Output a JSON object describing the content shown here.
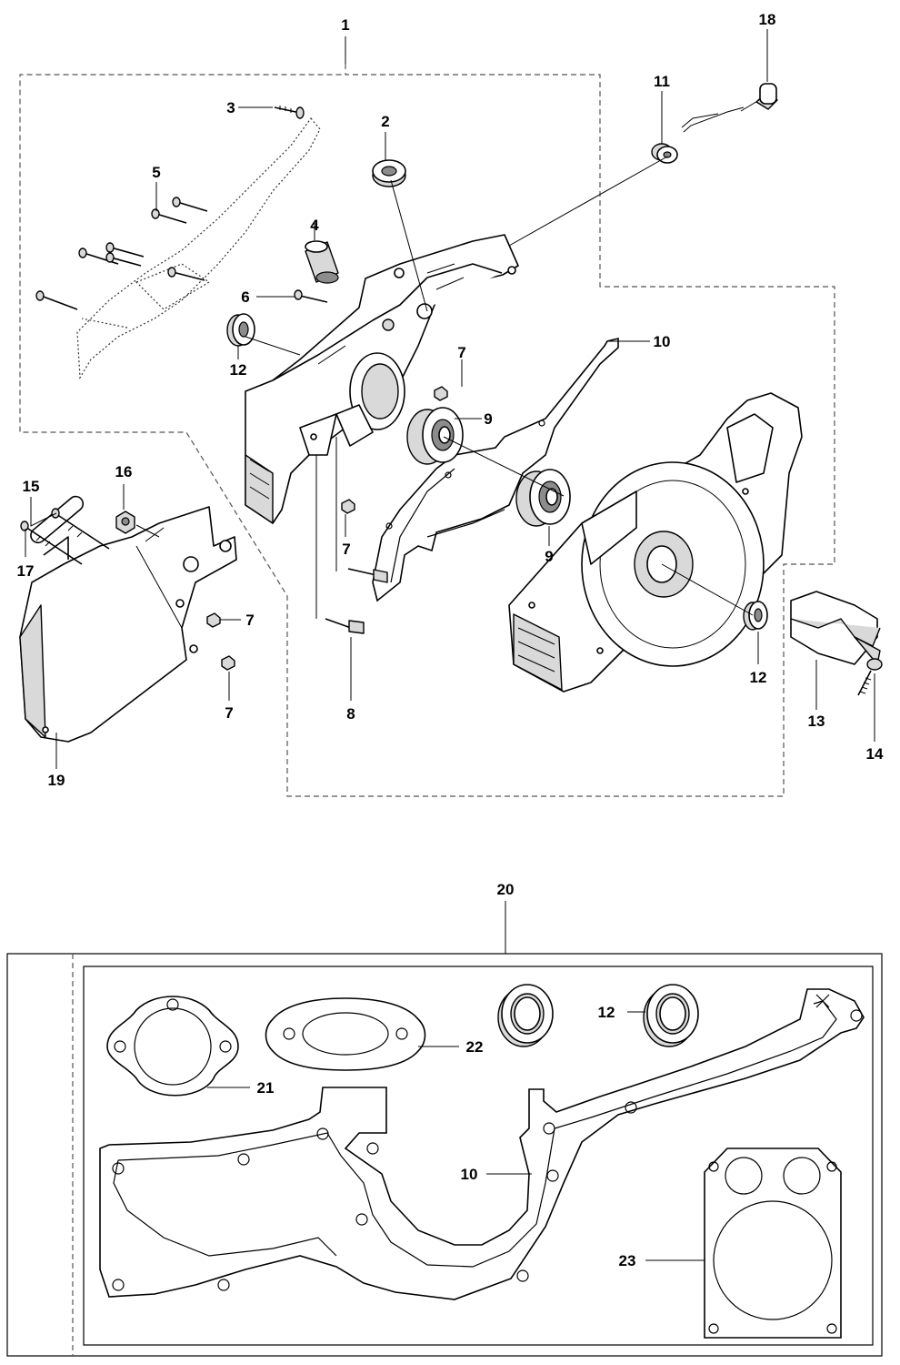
{
  "labels": {
    "n1": "1",
    "n2": "2",
    "n3": "3",
    "n4": "4",
    "n5": "5",
    "n6": "6",
    "n7a": "7",
    "n7b": "7",
    "n7c": "7",
    "n7d": "7",
    "n8": "8",
    "n9a": "9",
    "n9b": "9",
    "n10a": "10",
    "n11": "11",
    "n12a": "12",
    "n12b": "12",
    "n13": "13",
    "n14": "14",
    "n15": "15",
    "n16": "16",
    "n17": "17",
    "n18": "18",
    "n19": "19",
    "n20": "20",
    "n21": "21",
    "n22": "22",
    "n12c": "12",
    "n10b": "10",
    "n23": "23"
  }
}
